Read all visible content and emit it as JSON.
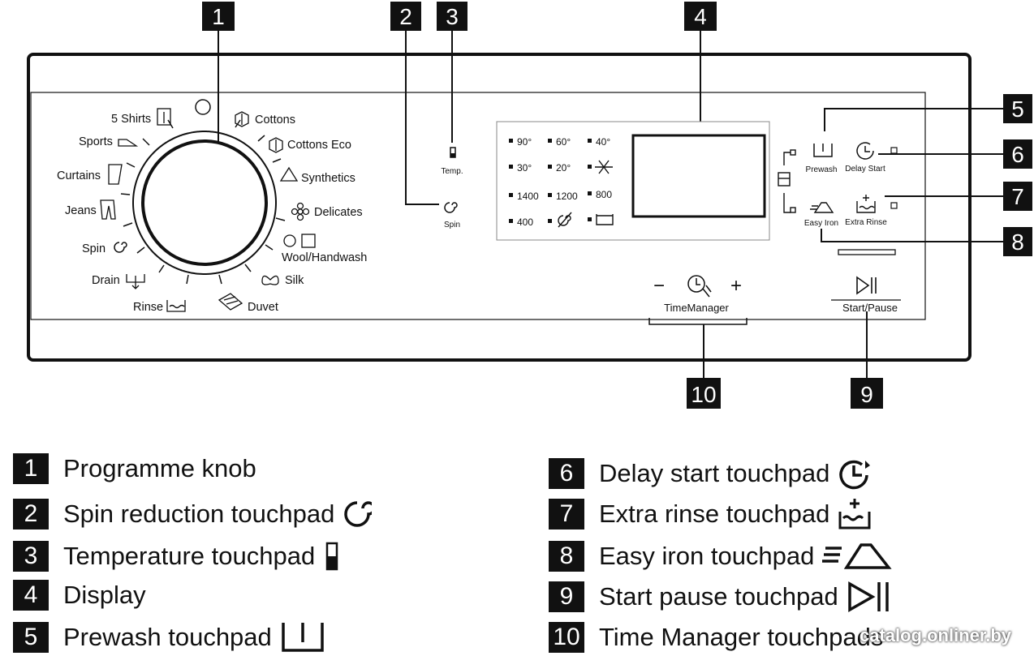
{
  "callouts": [
    "1",
    "2",
    "3",
    "4",
    "5",
    "6",
    "7",
    "8",
    "9",
    "10"
  ],
  "knob": {
    "programmes": [
      "5 Shirts",
      "Sports",
      "Curtains",
      "Jeans",
      "Spin",
      "Drain",
      "Rinse",
      "Duvet",
      "Silk",
      "Wool/Handwash",
      "Delicates",
      "Synthetics",
      "Cottons Eco",
      "Cottons"
    ]
  },
  "panel": {
    "temp_label": "Temp.",
    "spin_label": "Spin",
    "temps": [
      "90°",
      "60°",
      "40°",
      "30°",
      "20°"
    ],
    "speeds": [
      "1400",
      "1200",
      "800",
      "400"
    ],
    "prewash_label": "Prewash",
    "delay_start_label": "Delay Start",
    "easy_iron_label": "Easy Iron",
    "extra_rinse_label": "Extra Rinse",
    "time_manager_label": "TimeManager",
    "time_minus": "−",
    "time_plus": "+",
    "start_pause_label": "Start/Pause"
  },
  "legend": [
    {
      "num": "1",
      "text": "Programme knob",
      "icon": ""
    },
    {
      "num": "2",
      "text": "Spin reduction touchpad",
      "icon": "spin-icon"
    },
    {
      "num": "3",
      "text": "Temperature touchpad",
      "icon": "thermometer-icon"
    },
    {
      "num": "4",
      "text": "Display",
      "icon": ""
    },
    {
      "num": "5",
      "text": "Prewash touchpad",
      "icon": "prewash-icon"
    },
    {
      "num": "6",
      "text": "Delay start touchpad",
      "icon": "delay-start-icon"
    },
    {
      "num": "7",
      "text": "Extra rinse touchpad",
      "icon": "extra-rinse-icon"
    },
    {
      "num": "8",
      "text": "Easy iron touchpad",
      "icon": "easy-iron-icon"
    },
    {
      "num": "9",
      "text": "Start pause touchpad",
      "icon": "start-pause-icon"
    },
    {
      "num": "10",
      "text": "Time Manager touchpads",
      "icon": "time-manager-icon"
    }
  ],
  "watermark": "catalog.onliner.by"
}
